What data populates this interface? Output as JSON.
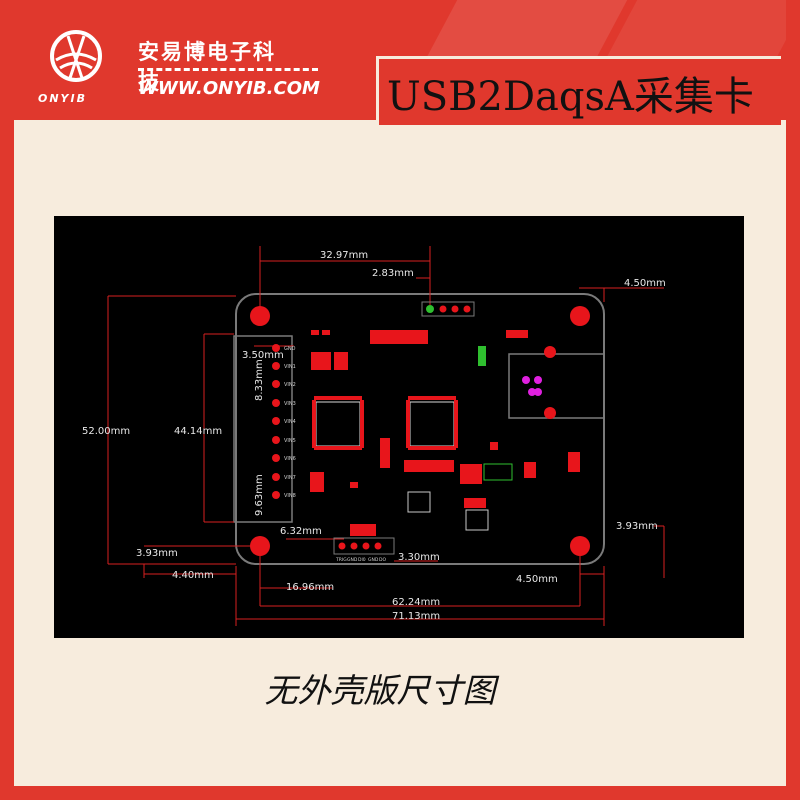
{
  "brand": {
    "company_cn": "安易博电子科技",
    "website": "WWW.ONYIB.COM",
    "logo_mark": "ONYIB"
  },
  "title": "USB2DaqsA采集卡",
  "caption": "无外壳版尺寸图",
  "dimensions": {
    "top_width": "32.97mm",
    "top_offset": "2.83mm",
    "right_top": "4.50mm",
    "left_height": "52.00mm",
    "inner_height": "44.14mm",
    "pin_pitch": "3.50mm",
    "pin_span_a": "8.33mm",
    "pin_span_b": "9.63mm",
    "hole_offset_left": "3.93mm",
    "hole_offset_right": "3.93mm",
    "bottom_left": "4.40mm",
    "bottom_pin": "6.32mm",
    "bottom_right_small": "3.30mm",
    "bottom_mid": "16.96mm",
    "bottom_right": "4.50mm",
    "hole_span": "62.24mm",
    "total_width": "71.13mm"
  },
  "pins": [
    "GND",
    "VIN1",
    "VIN2",
    "VIN3",
    "VIN4",
    "VIN5",
    "VIN6",
    "VIN7",
    "VIN8"
  ],
  "bottom_pins": [
    "TRIG",
    "GND",
    "DI0",
    "GND",
    "DO"
  ],
  "colors": {
    "board_outline": "#7a7a7a",
    "dimension": "#d62020",
    "pad_red": "#e8151b",
    "pad_green": "#2fbf2f",
    "pad_magenta": "#e020e0"
  }
}
